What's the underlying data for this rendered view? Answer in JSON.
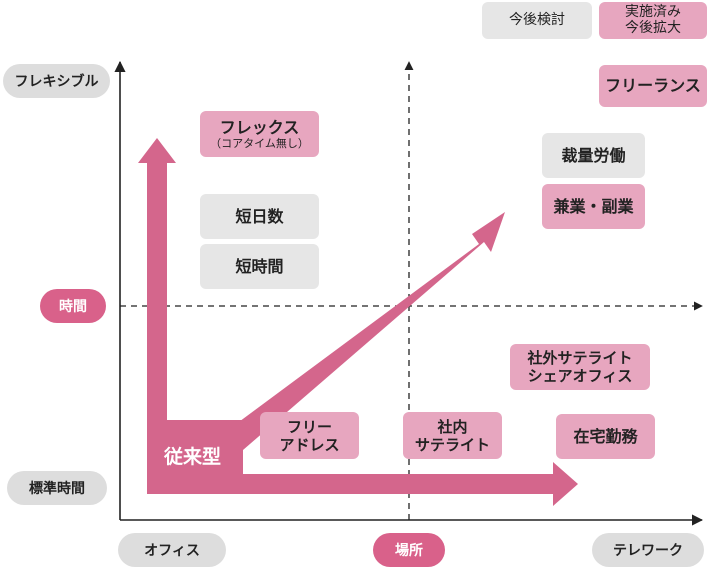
{
  "legend": {
    "planned": "今後検討",
    "implemented_line1": "実施済み",
    "implemented_line2": "今後拡大"
  },
  "axes": {
    "y_title": "時間",
    "y_top": "フレキシブル",
    "y_bottom": "標準時間",
    "x_title": "場所",
    "x_left": "オフィス",
    "x_right": "テレワーク"
  },
  "origin_label": "従来型",
  "items": {
    "freelance": "フリーランス",
    "flex_line1": "フレックス",
    "flex_line2": "（コアタイム無し）",
    "discretionary": "裁量労働",
    "side_job": "兼業・副業",
    "short_days": "短日数",
    "short_hours": "短時間",
    "satellite_ext_line1": "社外サテライト",
    "satellite_ext_line2": "シェアオフィス",
    "free_address_line1": "フリー",
    "free_address_line2": "アドレス",
    "satellite_int_line1": "社内",
    "satellite_int_line2": "サテライト",
    "remote": "在宅勤務"
  },
  "colors": {
    "arrow": "#d4668c",
    "pink_box": "#e7a6bf",
    "gray_box": "#e6e6e6",
    "pink_pill": "#d9618a",
    "axis": "#222222"
  }
}
